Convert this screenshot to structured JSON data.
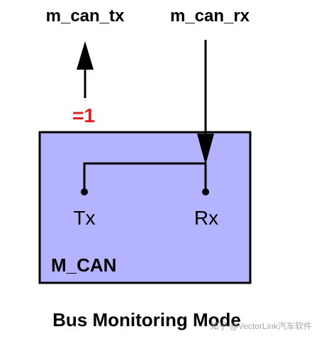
{
  "signals": {
    "tx_label": "m_can_tx",
    "rx_label": "m_can_rx",
    "tx_value": "=1"
  },
  "block": {
    "name": "M_CAN",
    "tx_pin": "Tx",
    "rx_pin": "Rx"
  },
  "caption": "Bus Monitoring Mode",
  "watermark": "知乎 @VectorLink汽车软件",
  "colors": {
    "block_fill": "#b3b3ff",
    "line": "#000000",
    "value": "#e02020",
    "watermark": "#9a9a9a"
  }
}
